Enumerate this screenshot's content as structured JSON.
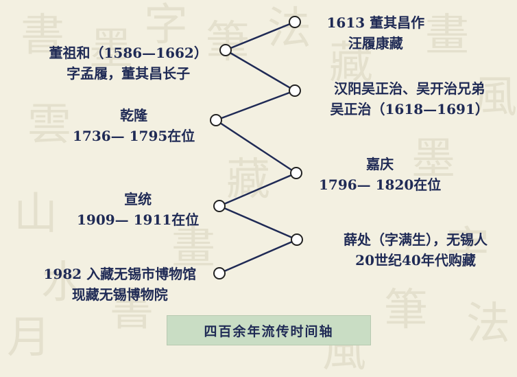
{
  "caption": "四百余年流传时间轴",
  "events": [
    {
      "side": "right",
      "lines": [
        "1613 董其昌作",
        "汪履康藏"
      ]
    },
    {
      "side": "left",
      "lines": [
        "董祖和（1586—1662）",
        "字孟履，董其昌长子"
      ]
    },
    {
      "side": "right",
      "lines": [
        "汉阳吴正治、吴开治兄弟",
        "吴正治（1618—1691）"
      ]
    },
    {
      "side": "left",
      "lines": [
        "乾隆",
        "1736— 1795在位"
      ]
    },
    {
      "side": "right",
      "lines": [
        "嘉庆",
        "1796— 1820在位"
      ]
    },
    {
      "side": "left",
      "lines": [
        "宣统",
        "1909— 1911在位"
      ]
    },
    {
      "side": "right",
      "lines": [
        "薛处（字满生），无锡人",
        "20世纪40年代购藏"
      ]
    },
    {
      "side": "left",
      "lines": [
        "1982 入藏无锡市博物馆",
        "现藏无锡博物院"
      ]
    }
  ],
  "colors": {
    "line": "#1f2a55",
    "node_fill": "#ffffff",
    "caption_bg": "#c9ddc4",
    "background": "#f3f0e1"
  }
}
